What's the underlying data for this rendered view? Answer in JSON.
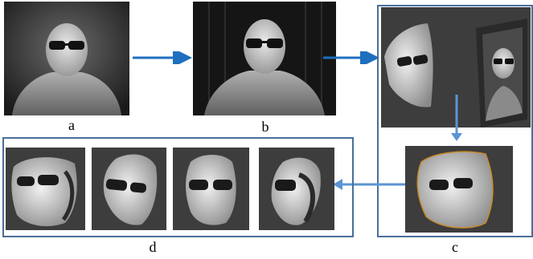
{
  "labels": {
    "a": "a",
    "b": "b",
    "c": "c",
    "d": "d"
  },
  "colors": {
    "arrow": "#1f6fbf",
    "frame": "#4a6f9a",
    "render_bg": "#3d3d3d"
  }
}
